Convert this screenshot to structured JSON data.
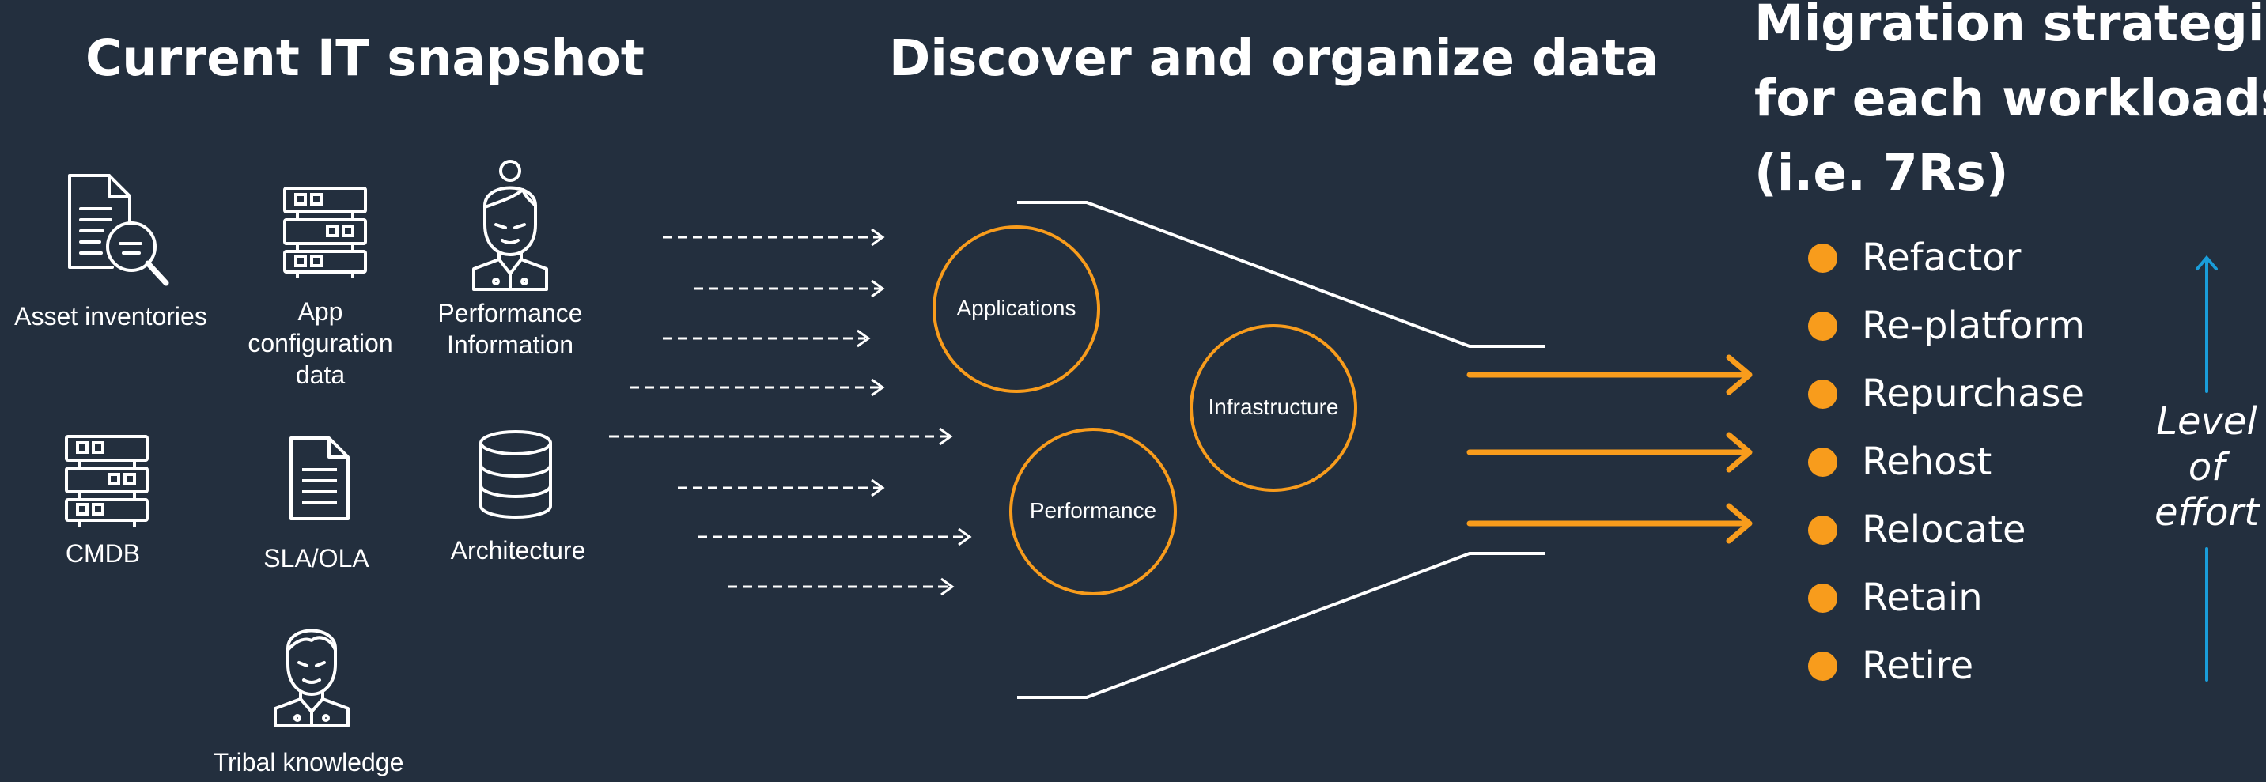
{
  "headings": {
    "current": "Current IT snapshot",
    "discover": "Discover and organize data",
    "strategies": [
      "Migration strategies",
      "for each workloads",
      "(i.e. 7Rs)"
    ]
  },
  "sources": [
    {
      "label": [
        "Asset inventories"
      ],
      "icon": "document-search-icon"
    },
    {
      "label": [
        "App",
        "configuration",
        "data"
      ],
      "icon": "server-icon"
    },
    {
      "label": [
        "Performance",
        "Information"
      ],
      "icon": "user-icon"
    },
    {
      "label": [
        "CMDB"
      ],
      "icon": "server-icon"
    },
    {
      "label": [
        "SLA/OLA"
      ],
      "icon": "document-icon"
    },
    {
      "label": [
        "Architecture"
      ],
      "icon": "database-icon"
    },
    {
      "label": [
        "Tribal knowledge"
      ],
      "icon": "user-icon"
    }
  ],
  "circles": [
    "Applications",
    "Infrastructure",
    "Performance"
  ],
  "strategies": [
    "Refactor",
    "Re-platform",
    "Repurchase",
    "Rehost",
    "Relocate",
    "Retain",
    "Retire"
  ],
  "effort": [
    "Level",
    "of",
    "effort"
  ],
  "colors": {
    "background": "#232F3E",
    "accent": "#F89C1C",
    "effort_arrow": "#1A9DD9",
    "text": "#FFFFFF"
  }
}
